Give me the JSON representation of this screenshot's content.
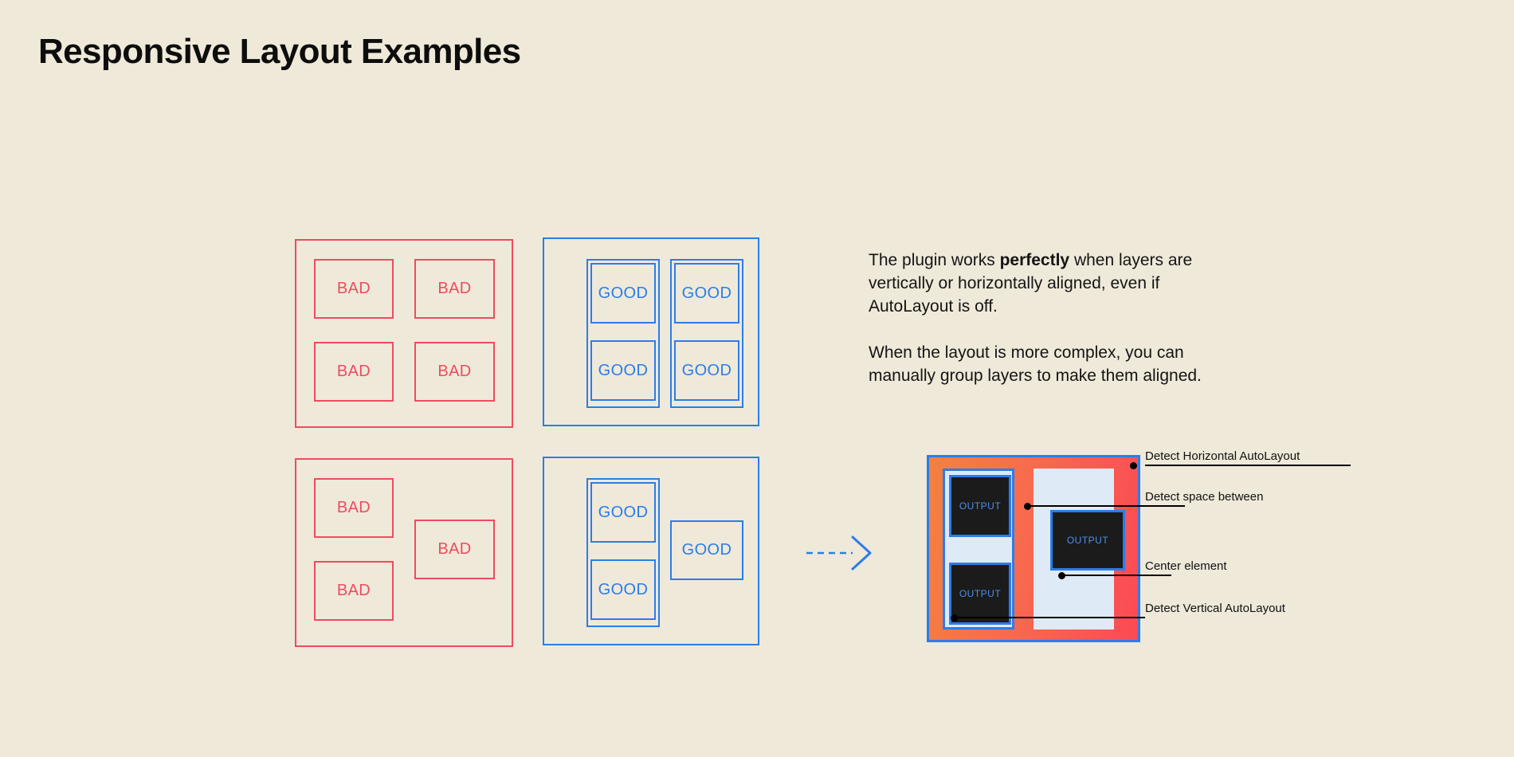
{
  "page": {
    "title": "Responsive Layout Examples",
    "background_color": "#efe9da",
    "title_color": "#0d0d0d"
  },
  "colors": {
    "bad": "#ef4b5f",
    "good": "#2b7de9",
    "text": "#141414",
    "output_bg": "#1b1b1b",
    "output_text": "#4d8ff0",
    "plate": "#dfeaf7",
    "figure_orange": "#f4813f",
    "figure_red": "#fb4a55",
    "annotation": "#000000"
  },
  "examples": {
    "bad_label": "BAD",
    "good_label": "GOOD",
    "panels": [
      {
        "id": "bad-grid",
        "kind": "bad",
        "cells": [
          {
            "label": "BAD"
          },
          {
            "label": "BAD"
          },
          {
            "label": "BAD"
          },
          {
            "label": "BAD"
          }
        ]
      },
      {
        "id": "good-grid",
        "kind": "good",
        "groups": [
          {
            "cells": [
              {
                "label": "GOOD"
              },
              {
                "label": "GOOD"
              }
            ]
          },
          {
            "cells": [
              {
                "label": "GOOD"
              },
              {
                "label": "GOOD"
              }
            ]
          }
        ]
      },
      {
        "id": "bad-offset",
        "kind": "bad",
        "cells": [
          {
            "label": "BAD"
          },
          {
            "label": "BAD"
          },
          {
            "label": "BAD"
          }
        ]
      },
      {
        "id": "good-offset",
        "kind": "good",
        "groups": [
          {
            "cells": [
              {
                "label": "GOOD"
              },
              {
                "label": "GOOD"
              }
            ]
          }
        ],
        "cells": [
          {
            "label": "GOOD"
          }
        ]
      }
    ]
  },
  "arrow": {
    "icon": "dashed-arrow-right-icon",
    "color": "#2b7de9",
    "style": "dashed"
  },
  "copy": {
    "paragraph_1": {
      "before_bold": "The plugin works ",
      "bold": "perfectly",
      "after_bold": " when layers are vertically or horizontally aligned, even if AutoLayout is off."
    },
    "paragraph_2": "When the layout is more complex, you can manually group layers to make them aligned."
  },
  "detection": {
    "output_label": "OUTPUT",
    "outputs": [
      {
        "label": "OUTPUT"
      },
      {
        "label": "OUTPUT"
      },
      {
        "label": "OUTPUT"
      }
    ],
    "annotations": [
      {
        "label": "Detect Horizontal AutoLayout"
      },
      {
        "label": "Detect space between"
      },
      {
        "label": "Center element"
      },
      {
        "label": "Detect Vertical AutoLayout"
      }
    ]
  }
}
